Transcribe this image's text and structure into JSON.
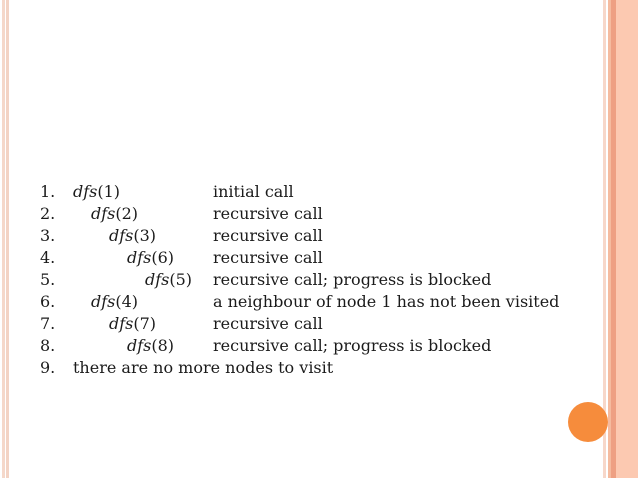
{
  "colors": {
    "background": "#ffffff",
    "text": "#1b1b1b",
    "left_pinstripe": "#f5d8ca",
    "right_stripe_pale": "#f7d7c9",
    "right_stripe_medium": "#f5bb9f",
    "right_stripe_dark": "#eea083",
    "right_stripe_wide": "#fcc9b1",
    "circle": "#f68c3c"
  },
  "trace": {
    "rows": [
      {
        "num": "1.",
        "fn": "dfs",
        "arg": "(1)",
        "desc": "initial call"
      },
      {
        "num": "2.",
        "fn": "dfs",
        "arg": "(2)",
        "desc": "recursive call"
      },
      {
        "num": "3.",
        "fn": "dfs",
        "arg": "(3)",
        "desc": "recursive call"
      },
      {
        "num": "4.",
        "fn": "dfs",
        "arg": "(6)",
        "desc": "recursive call"
      },
      {
        "num": "5.",
        "fn": "dfs",
        "arg": "(5)",
        "desc": "recursive call; progress is blocked"
      },
      {
        "num": "6.",
        "fn": "dfs",
        "arg": "(4)",
        "desc": "a neighbour of node 1 has not been visited"
      },
      {
        "num": "7.",
        "fn": "dfs",
        "arg": "(7)",
        "desc": "recursive call"
      },
      {
        "num": "8.",
        "fn": "dfs",
        "arg": "(8)",
        "desc": "recursive call; progress is blocked"
      },
      {
        "num": "9.",
        "text": "there are no more nodes to visit"
      }
    ]
  }
}
